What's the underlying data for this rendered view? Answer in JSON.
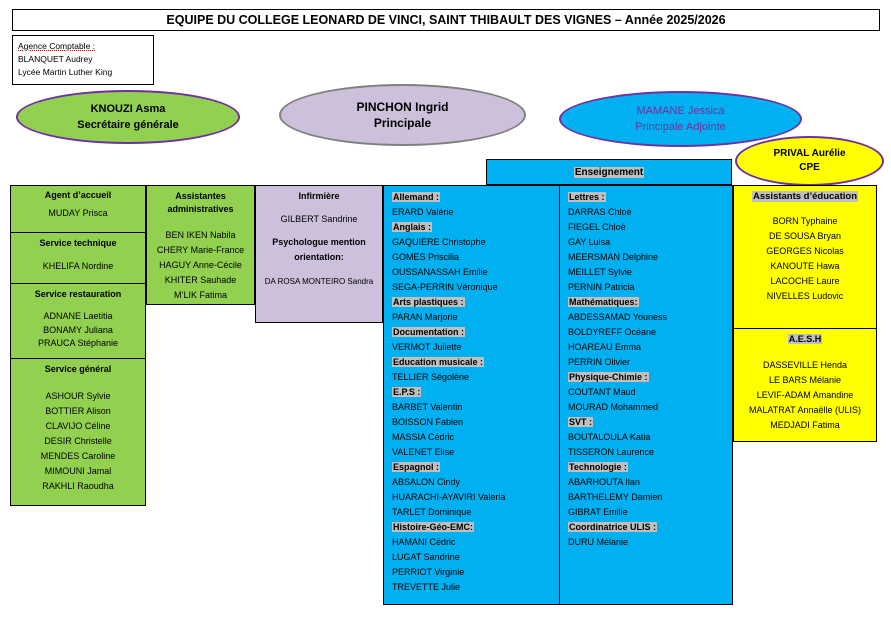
{
  "title": "EQUIPE DU COLLEGE LEONARD DE VINCI, SAINT THIBAULT DES VIGNES – Année 2025/2026",
  "agency": {
    "label": "Agence Comptable :",
    "name": "BLANQUET Audrey",
    "school": "Lycée Martin Luther King"
  },
  "leaders": {
    "secretary": {
      "name": "KNOUZI Asma",
      "role": "Secrétaire générale"
    },
    "principal": {
      "name": "PINCHON Ingrid",
      "role": "Principale"
    },
    "deputy": {
      "name": "MAMANE Jessica",
      "role": "Principale Adjointe"
    },
    "cpe": {
      "name": "PRIVAL Aurélie",
      "role": "CPE"
    }
  },
  "services": [
    {
      "title": "Agent d’accueil",
      "members": [
        "MUDAY Prisca"
      ]
    },
    {
      "title": "Service technique",
      "members": [
        "KHELIFA Nordine"
      ]
    },
    {
      "title": "Service restauration",
      "members": [
        "ADNANE Laetitia",
        "BONAMY Juliana",
        "PRAUCA Stéphanie"
      ]
    },
    {
      "title": "Service général",
      "members": [
        "ASHOUR Sylvie",
        "BOTTIER Alison",
        "CLAVIJO Céline",
        "DESIR Christelle",
        "MENDES Caroline",
        "MIMOUNI Jamal",
        "RAKHLI Raoudha"
      ]
    }
  ],
  "admin_assistants": {
    "title_line1": "Assistantes",
    "title_line2": "administratives",
    "members": [
      "BEN IKEN Nabila",
      "CHERY Marie-France",
      "HAGUY Anne-Cécile",
      "KHITER Sauhade",
      "M’LIK Fatima"
    ]
  },
  "nurse": {
    "title": "Infirmière",
    "name": "GILBERT Sandrine",
    "psy_title_line1": "Psychologue mention",
    "psy_title_line2": "orientation:",
    "psy_name": "DA ROSA MONTEIRO Sandra"
  },
  "teaching": {
    "title": "Enseignement",
    "col1": [
      {
        "subject": "Allemand :",
        "teachers": [
          "ERARD Valérie"
        ]
      },
      {
        "subject": "Anglais :",
        "teachers": [
          "GAQUIERE Christophe",
          "GOMES Priscilia",
          "OUSSANASSAH Emilie",
          "SEGA-PERRIN Véronique"
        ]
      },
      {
        "subject": "Arts plastiques :",
        "teachers": [
          "PARAN Marjorie"
        ]
      },
      {
        "subject": "Documentation :",
        "teachers": [
          "VERMOT Juliette"
        ]
      },
      {
        "subject": "Education musicale :",
        "teachers": [
          "TELLIER Ségolène"
        ]
      },
      {
        "subject": "E.P.S :",
        "teachers": [
          "BARBET Valentin",
          "BOISSON Fabien",
          "MASSIA Cédric",
          "VALENET Elise"
        ]
      },
      {
        "subject": "Espagnol :",
        "teachers": [
          "ABSALON Cindy",
          "HUARACHI-AYAVIRI Valeria",
          "TARLET Dominique"
        ]
      },
      {
        "subject": "Histoire-Géo-EMC:",
        "teachers": [
          "HAMANI Cédric",
          "LUGAT Sandrine",
          "PERRIOT Virginie",
          "TREVETTE Julie"
        ]
      }
    ],
    "col2": [
      {
        "subject": "Lettres :",
        "teachers": [
          "DARRAS Chloé",
          "FIEGEL Chloé",
          "GAY Luisa",
          "MEERSMAN Delphine",
          "MEILLET Sylvie",
          "PERNIN Patricia"
        ]
      },
      {
        "subject": "Mathématiques:",
        "teachers": [
          "ABDESSAMAD Youness",
          "BOLDYREFF Océane",
          "HOAREAU Emma",
          "PERRIN Olivier"
        ]
      },
      {
        "subject": "Physique-Chimie :",
        "teachers": [
          "COUTANT Maud",
          "MOURAD Mohammed"
        ]
      },
      {
        "subject": "SVT :",
        "teachers": [
          "BOUTALOULA Katia",
          "TISSERON Laurence"
        ]
      },
      {
        "subject": "Technologie :",
        "teachers": [
          "ABARHOUTA Ilan",
          "BARTHELEMY Damien",
          "GIBRAT Emilie"
        ]
      },
      {
        "subject": "Coordinatrice ULIS :",
        "teachers": [
          "DURU Mélanie"
        ]
      }
    ]
  },
  "education_assistants": {
    "title": "Assistants d’éducation",
    "members": [
      "BORN Typhaine",
      "DE SOUSA Bryan",
      "GEORGES Nicolas",
      "KANOUTE Hawa",
      "LACOCHE Laure",
      "NIVELLES Ludovic"
    ]
  },
  "aesh": {
    "title": "A.E.S.H",
    "members": [
      "DASSEVILLE Henda",
      "LE BARS Mélanie",
      "LEVIF-ADAM Amandine",
      "MALATRAT Annaëlle (ULIS)",
      "MEDJADI Fatima"
    ]
  },
  "colors": {
    "green": "#92d050",
    "lavender": "#ccc0da",
    "blue": "#00b0f0",
    "yellow": "#ffff00",
    "ellipse_border": "#7030a0"
  }
}
